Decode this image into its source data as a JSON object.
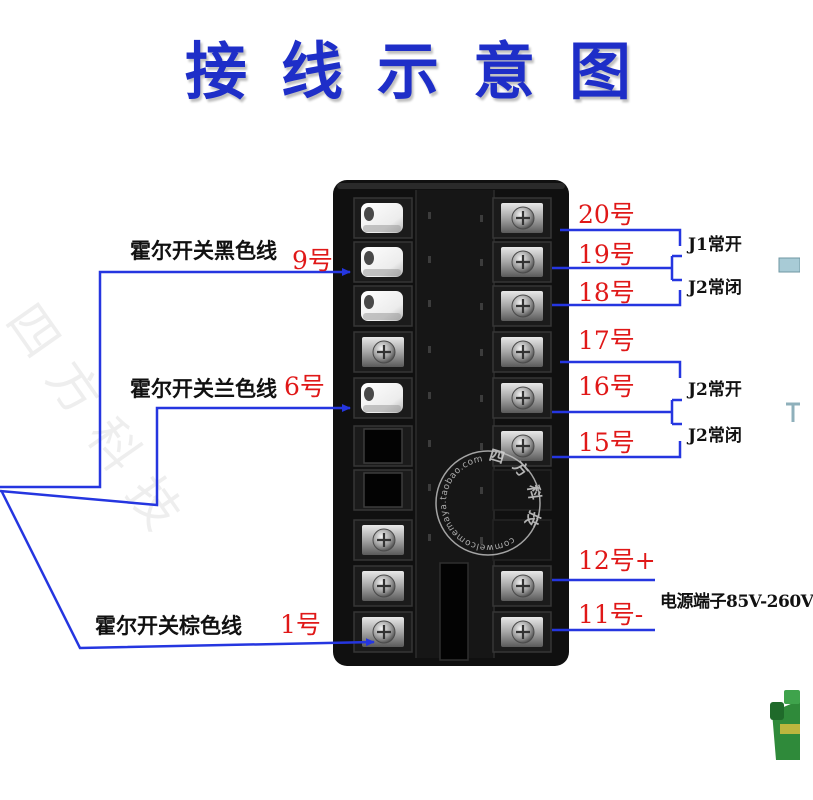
{
  "title": "接线示意图",
  "left_wires": [
    {
      "label": "霍尔开关黑色线",
      "terminal": "9号"
    },
    {
      "label": "霍尔开关兰色线",
      "terminal": "6号"
    },
    {
      "label": "霍尔开关棕色线",
      "terminal": "1号"
    }
  ],
  "right_terminals": [
    "20号",
    "19号",
    "18号",
    "17号",
    "16号",
    "15号"
  ],
  "relay_labels": [
    "J1常开",
    "J2常闭",
    "J2常开",
    "J2常闭"
  ],
  "power": {
    "positive": "12号+",
    "negative": "11号-",
    "label": "电源端子85V-260V"
  },
  "watermark": {
    "brand": "四方科技",
    "url": "comwelcomemaya.taobao.com"
  },
  "colors": {
    "title": "#1e2ec8",
    "wire": "#2536e0",
    "terminal_label": "#e01818",
    "label_text": "#111111",
    "body": "#101010"
  }
}
